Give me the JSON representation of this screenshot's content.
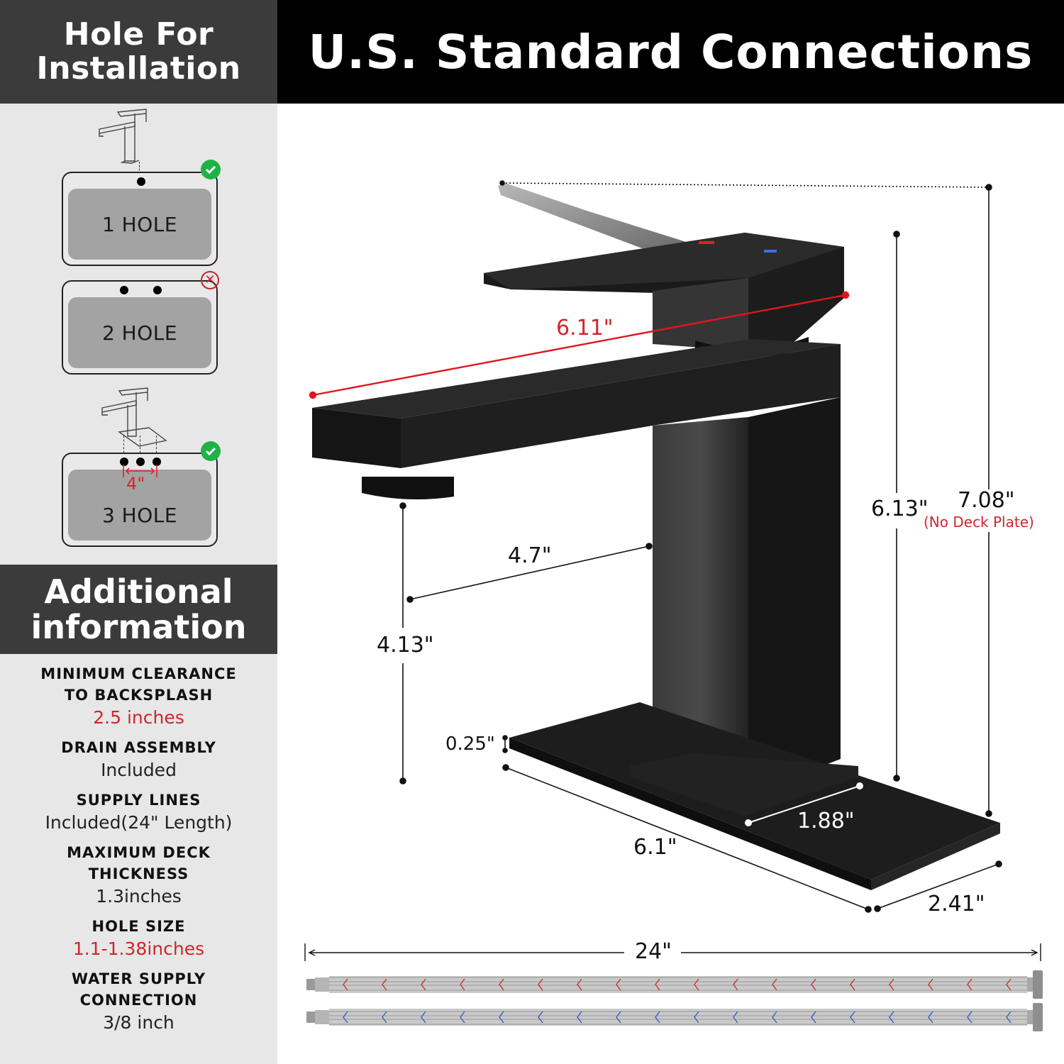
{
  "left_panel": {
    "title_line1": "Hole For",
    "title_line2": "Installation",
    "hole_options": [
      {
        "label": "1 HOLE",
        "status": "compatible",
        "status_icon": "check-icon"
      },
      {
        "label": "2 HOLE",
        "status": "not-compatible",
        "status_icon": "cross-icon"
      },
      {
        "label": "3 HOLE",
        "status": "compatible",
        "status_icon": "check-icon",
        "spacing": "4\""
      }
    ],
    "additional_title_line1": "Additional",
    "additional_title_line2": "information",
    "info": [
      {
        "label_line1": "MINIMUM CLEARANCE",
        "label_line2": "TO BACKSPLASH",
        "value": "2.5 inches",
        "highlight": true
      },
      {
        "label_line1": "DRAIN ASSEMBLY",
        "label_line2": "",
        "value": "Included",
        "highlight": false
      },
      {
        "label_line1": "SUPPLY LINES",
        "label_line2": "",
        "value": "Included(24\" Length)",
        "highlight": false
      },
      {
        "label_line1": "MAXIMUM DECK",
        "label_line2": "THICKNESS",
        "value": "1.3inches",
        "highlight": false
      },
      {
        "label_line1": "HOLE SIZE",
        "label_line2": "",
        "value": "1.1-1.38inches",
        "highlight": true
      },
      {
        "label_line1": "WATER SUPPLY",
        "label_line2": "CONNECTION",
        "value": "3/8 inch",
        "highlight": false
      }
    ]
  },
  "main": {
    "title": "U.S. Standard Connections",
    "dimensions": {
      "handle_to_spout_length": "6.11\"",
      "height_to_spout_top": "6.13\"",
      "total_height": "7.08\"",
      "total_height_note": "(No Deck Plate)",
      "spout_reach": "4.7\"",
      "spout_height": "4.13\"",
      "deck_plate_thickness": "0.25\"",
      "deck_plate_length": "6.1\"",
      "base_width": "1.88\"",
      "deck_plate_width": "2.41\"",
      "supply_line_length": "24\""
    },
    "supply_lines": [
      {
        "name": "hot-supply-line",
        "accent": "#c8303a"
      },
      {
        "name": "cold-supply-line",
        "accent": "#3b5fb8"
      }
    ]
  },
  "colors": {
    "header_dark": "#3b3b3b",
    "header_black": "#000000",
    "panel_bg": "#e7e7e7",
    "accent_red": "#d0262d",
    "check_green": "#1fb246"
  }
}
